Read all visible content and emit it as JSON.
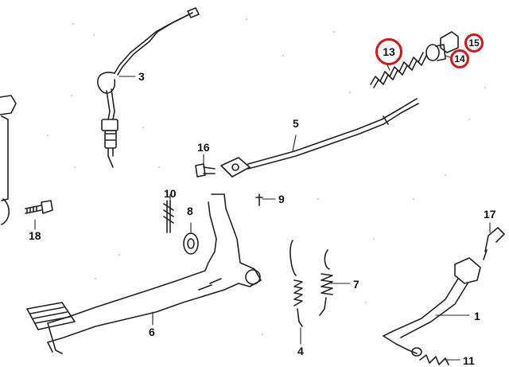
{
  "diagram": {
    "callouts": [
      {
        "id": "p1",
        "label": "1"
      },
      {
        "id": "p3",
        "label": "3"
      },
      {
        "id": "p4",
        "label": "4"
      },
      {
        "id": "p5",
        "label": "5"
      },
      {
        "id": "p6",
        "label": "6"
      },
      {
        "id": "p7",
        "label": "7"
      },
      {
        "id": "p8",
        "label": "8"
      },
      {
        "id": "p9",
        "label": "9"
      },
      {
        "id": "p10",
        "label": "10"
      },
      {
        "id": "p11",
        "label": "11"
      },
      {
        "id": "p13",
        "label": "13"
      },
      {
        "id": "p14",
        "label": "14"
      },
      {
        "id": "p15",
        "label": "15"
      },
      {
        "id": "p16",
        "label": "16"
      },
      {
        "id": "p17",
        "label": "17"
      },
      {
        "id": "p18",
        "label": "18"
      }
    ],
    "highlighted_labels": [
      "13",
      "14",
      "15"
    ],
    "colors": {
      "line": "#222222",
      "highlight": "#d01818",
      "background": "#ffffff"
    }
  }
}
